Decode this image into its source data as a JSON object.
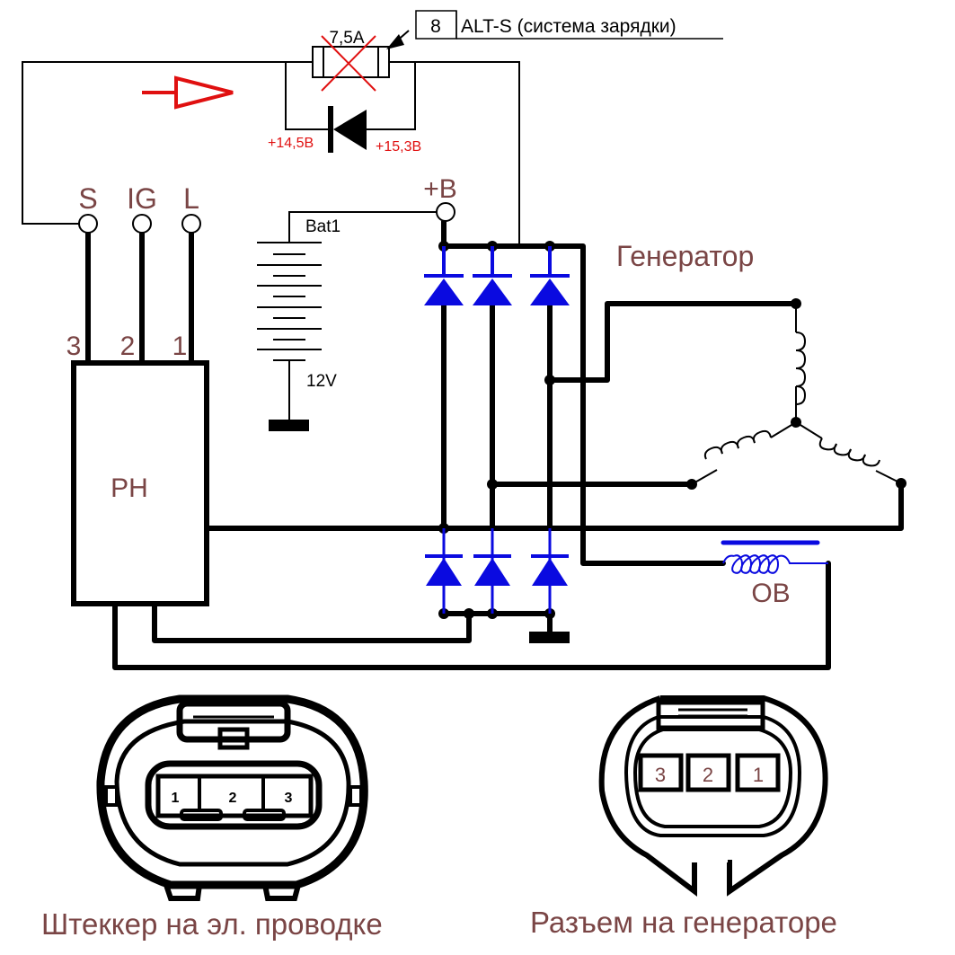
{
  "diagram": {
    "fuse": {
      "rating": "7,5A",
      "slot_number": "8",
      "slot_label": "ALT-S (система зарядки)",
      "status": "crossed-out"
    },
    "bypass_diode": {
      "voltage_left": "+14,5В",
      "voltage_right": "+15,3В"
    },
    "flow_arrow": {
      "color": "#e01010",
      "direction": "right"
    },
    "terminals": [
      {
        "name": "S",
        "pin": "3"
      },
      {
        "name": "IG",
        "pin": "2"
      },
      {
        "name": "L",
        "pin": "1"
      }
    ],
    "regulator": {
      "label": "РН"
    },
    "battery": {
      "label": "Bat1",
      "voltage": "12V"
    },
    "plus_b": {
      "label": "+B"
    },
    "generator": {
      "label": "Генератор"
    },
    "field_winding": {
      "label": "ОВ"
    },
    "connectors": {
      "harness": {
        "caption": "Штеккер на эл. проводке",
        "pins": [
          "1",
          "2",
          "3"
        ]
      },
      "generator": {
        "caption": "Разъем на генераторе",
        "pins": [
          "3",
          "2",
          "1"
        ]
      }
    },
    "colors": {
      "label": "#7a4545",
      "diode": "#0a0ae0",
      "annotation": "#e01010",
      "wire": "#000000"
    }
  }
}
